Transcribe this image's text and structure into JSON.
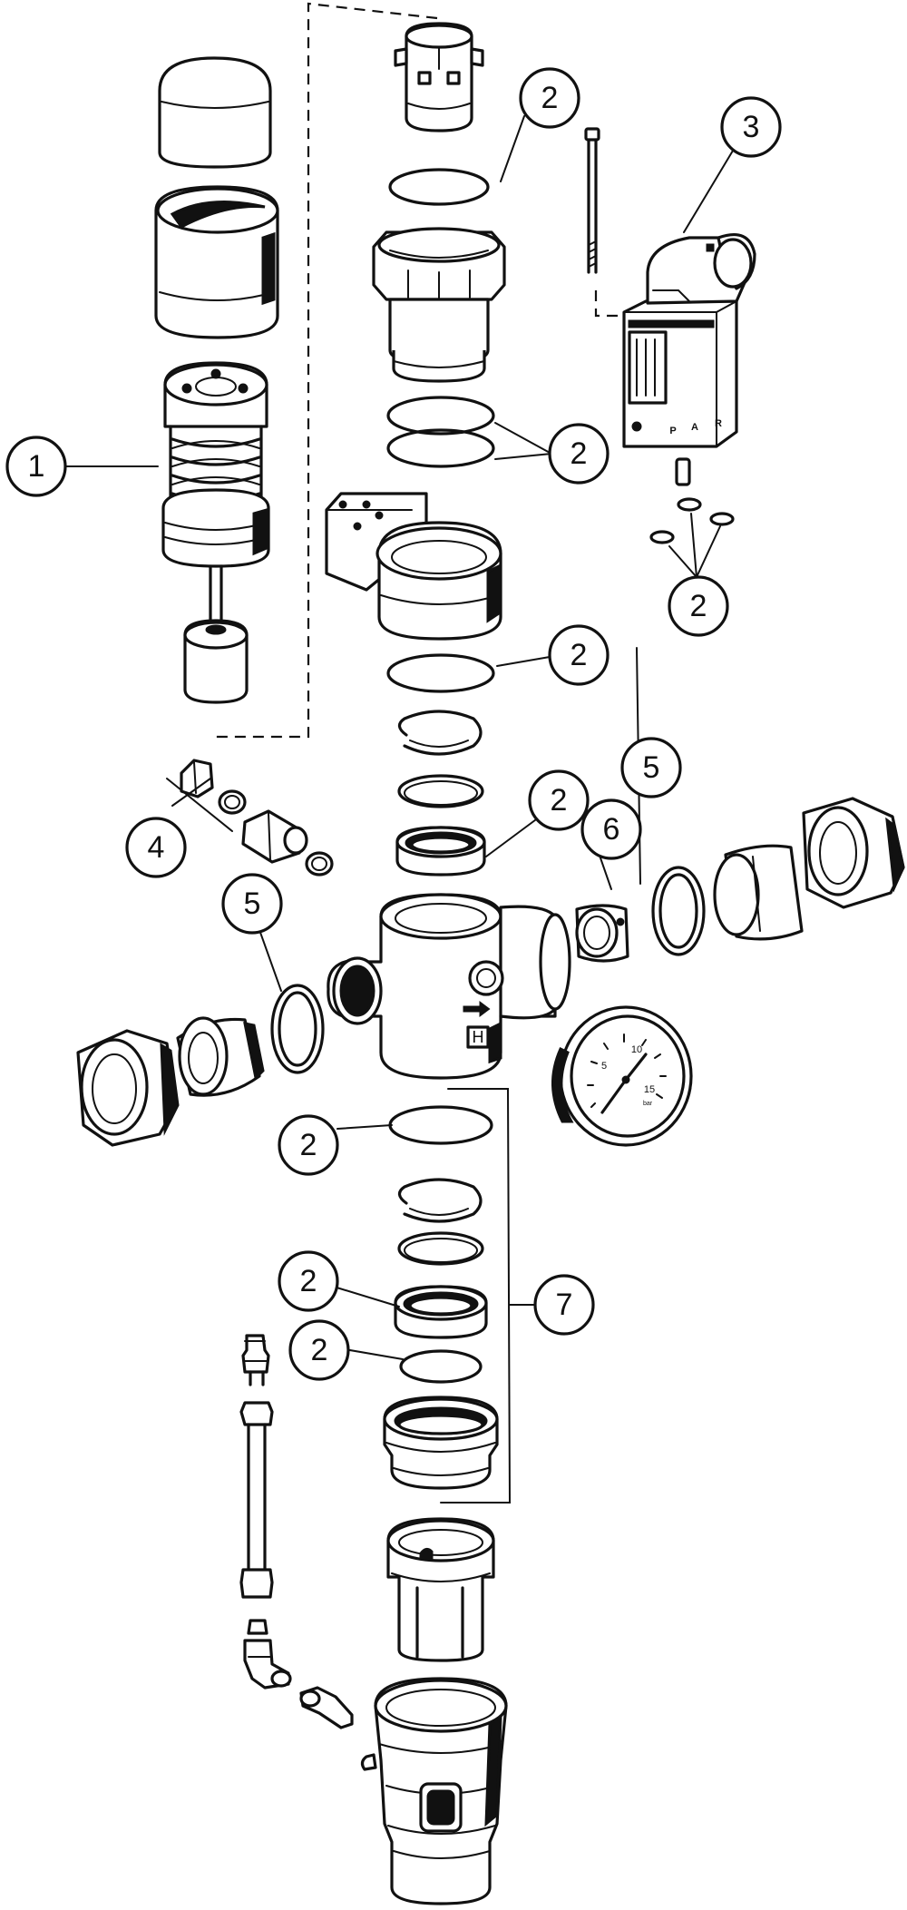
{
  "callouts": {
    "c1": "1",
    "c2a": "2",
    "c3": "3",
    "c2b": "2",
    "c2c": "2",
    "c2d": "2",
    "c4": "4",
    "c2e": "2",
    "c5a": "5",
    "c6": "6",
    "c5b": "5",
    "c2f": "2",
    "c2g": "2",
    "c2h": "2",
    "c7": "7"
  },
  "valve": {
    "port_labels": [
      "P",
      "A",
      "R"
    ]
  },
  "body_mark": "H",
  "gauge": {
    "ticks": [
      "5",
      "10",
      "15"
    ],
    "unit": "bar"
  }
}
